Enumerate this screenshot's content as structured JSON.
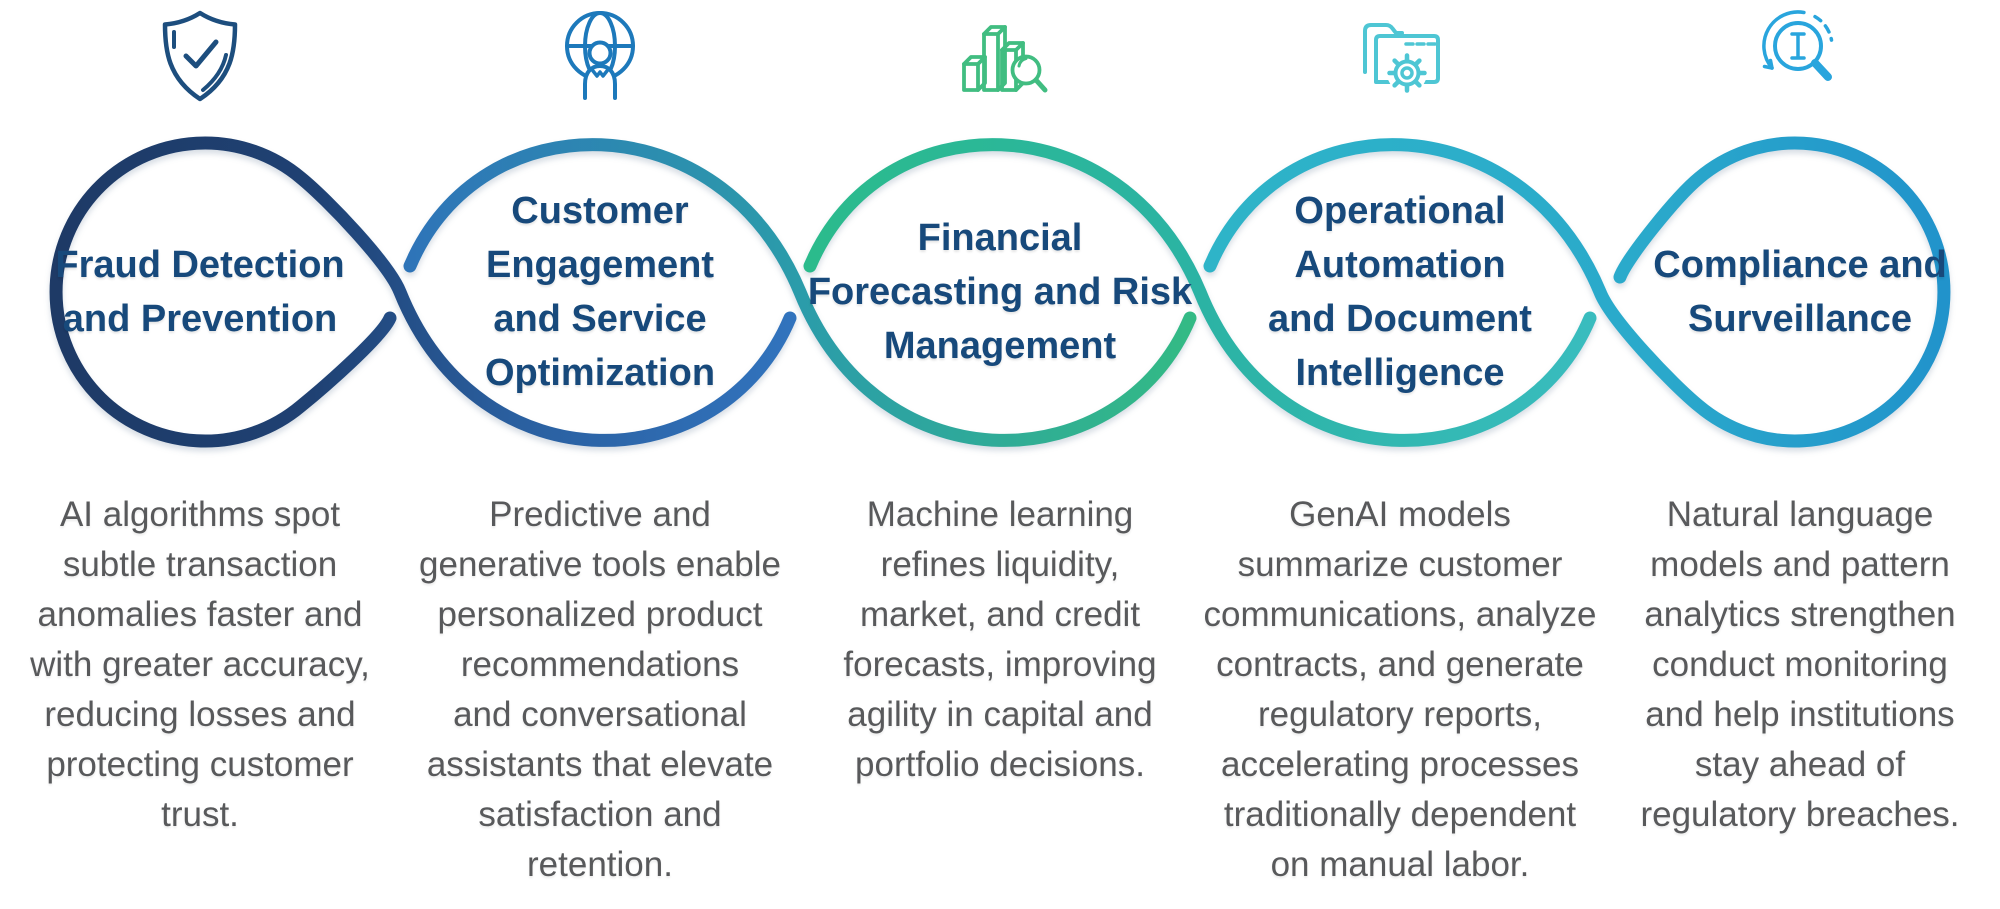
{
  "palette": {
    "navy": "#1e3a66",
    "blue": "#2f6fb8",
    "green": "#33ba85",
    "teal": "#2eb4c8",
    "cerulean": "#2193cb",
    "title_color": "#17497b",
    "body_color": "#58595b"
  },
  "sections": [
    {
      "icon": "shield-check-icon",
      "accent": "#1d4e7e",
      "title": "Fraud Detection\nand Prevention",
      "body": "AI algorithms spot\nsubtle transaction\nanomalies faster and\nwith greater accuracy,\nreducing losses and\nprotecting customer\ntrust."
    },
    {
      "icon": "globe-person-icon",
      "accent": "#1d79bb",
      "title": "Customer\nEngagement\nand Service\nOptimization",
      "body": "Predictive and\ngenerative tools enable\npersonalized product\nrecommendations\nand conversational\nassistants that elevate\nsatisfaction and\nretention."
    },
    {
      "icon": "bar-chart-magnifier-icon",
      "accent": "#41bd81",
      "title": "Financial\nForecasting and Risk\nManagement",
      "body": "Machine learning\nrefines liquidity,\nmarket, and credit\nforecasts, improving\nagility in capital and\nportfolio decisions."
    },
    {
      "icon": "folder-gear-icon",
      "accent": "#4ec6d4",
      "title": "Operational\nAutomation\nand Document\nIntelligence",
      "body": "GenAI models\nsummarize customer\ncommunications, analyze\ncontracts, and generate\nregulatory reports,\naccelerating processes\ntraditionally dependent\non manual labor."
    },
    {
      "icon": "magnifier-inspect-icon",
      "accent": "#29a5dd",
      "title": "Compliance and\nSurveillance",
      "body": "Natural language\nmodels and pattern\nanalytics strengthen\nconduct monitoring\nand help institutions\nstay ahead of\nregulatory breaches."
    }
  ]
}
